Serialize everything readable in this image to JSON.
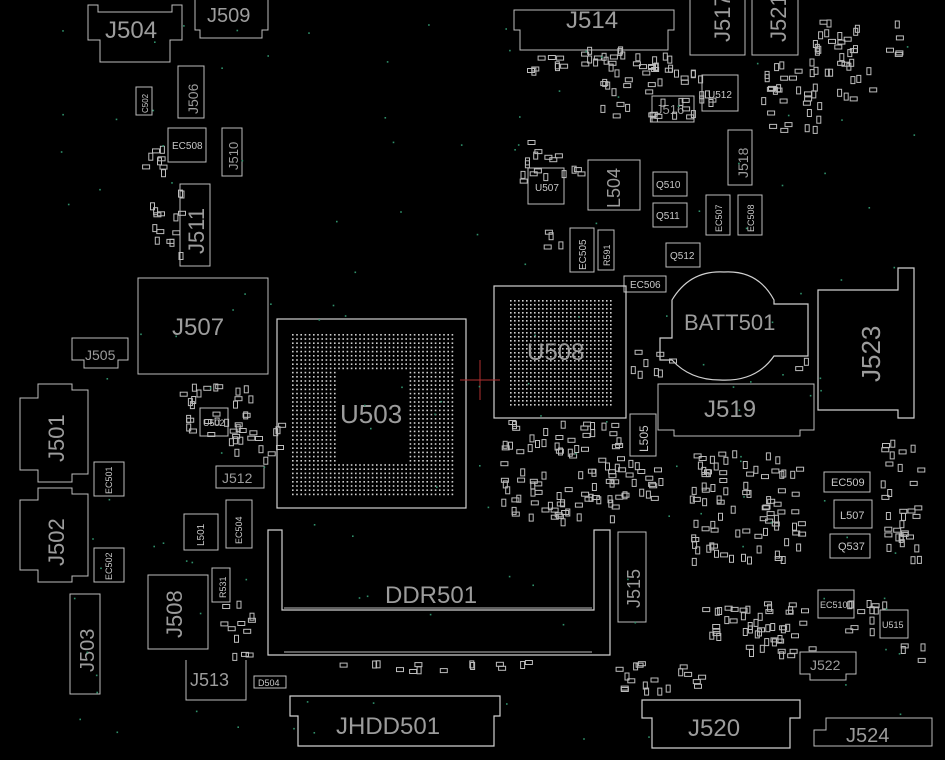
{
  "labels": {
    "J504": "J504",
    "J509": "J509",
    "J514": "J514",
    "J517": "J517",
    "J521": "J521",
    "J506": "J506",
    "J510": "J510",
    "J511": "J511",
    "EC508": "EC508",
    "U512": "U512",
    "J516": "J516",
    "J518": "J518",
    "U507": "U507",
    "L504": "L504",
    "Q510": "Q510",
    "Q511": "Q511",
    "Q512": "Q512",
    "EC507": "EC507",
    "EC508b": "EC508",
    "EC505": "EC505",
    "R591": "R591",
    "EC506": "EC506",
    "J507": "J507",
    "J505": "J505",
    "U508": "U508",
    "BATT501": "BATT501",
    "J523": "J523",
    "U503": "U503",
    "J519": "J519",
    "U502": "U502",
    "J501": "J501",
    "EC501": "EC501",
    "J512": "J512",
    "L505": "L505",
    "EC509": "EC509",
    "L507": "L507",
    "Q537": "Q537",
    "J502": "J502",
    "EC502": "EC502",
    "L501": "L501",
    "EC504": "EC504",
    "DDR501": "DDR501",
    "J515": "J515",
    "J503": "J503",
    "J508": "J508",
    "R531": "R531",
    "EC510": "EC510",
    "U515": "U515",
    "J522": "J522",
    "J513": "J513",
    "D504": "D504",
    "JHDD501": "JHDD501",
    "J520": "J520",
    "J524": "J524",
    "C502": "C502"
  },
  "colors": {
    "background": "#000000",
    "outline": "#bdbdbd",
    "label": "#9c9c9c",
    "testpoint": "#2f8f6a"
  }
}
